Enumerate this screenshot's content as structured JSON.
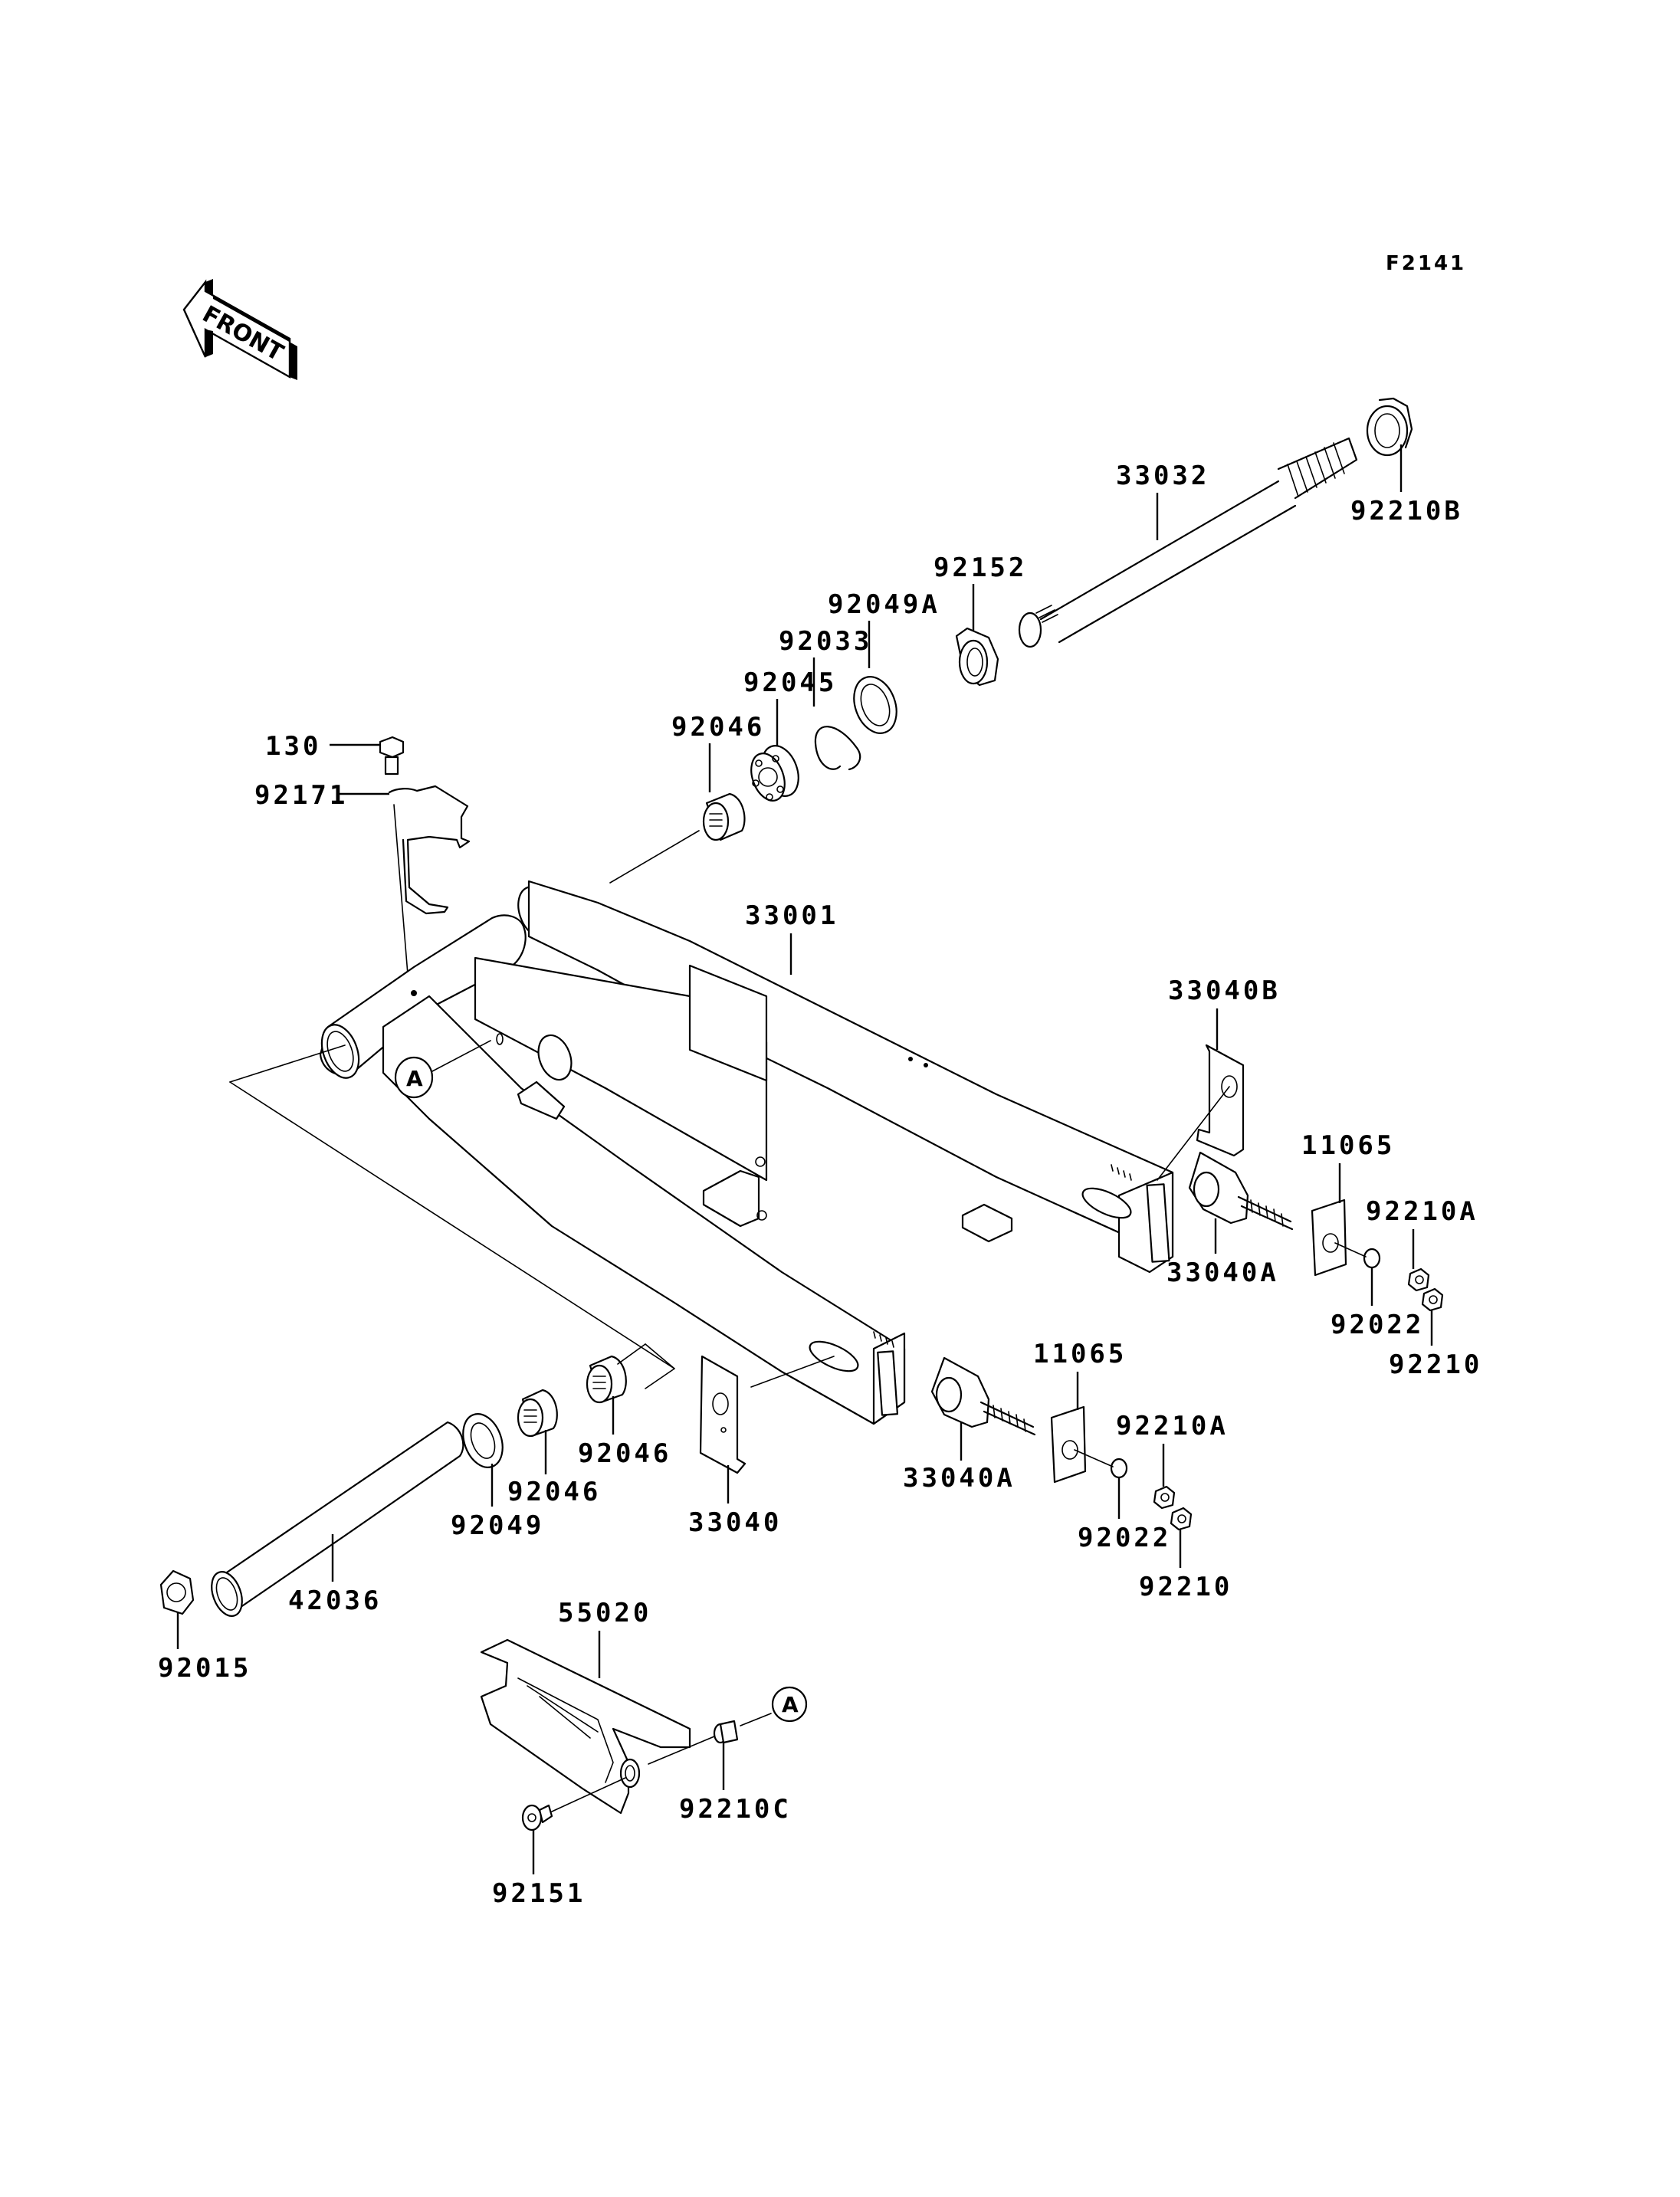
{
  "diagram": {
    "figure_ref": "F2141",
    "front_arrow_label": "FRONT",
    "reference_marker": "A",
    "colors": {
      "line": "#000000",
      "background": "#ffffff"
    },
    "parts": {
      "p130": "130",
      "p92171": "92171",
      "p92046_top": "92046",
      "p92045": "92045",
      "p92033": "92033",
      "p92049A": "92049A",
      "p92152": "92152",
      "p33032": "33032",
      "p92210B": "92210B",
      "p33001": "33001",
      "p33040B": "33040B",
      "p11065_right": "11065",
      "p92210A_right": "92210A",
      "p33040A_right": "33040A",
      "p92022_right": "92022",
      "p92210_right": "92210",
      "p11065_mid": "11065",
      "p92210A_mid": "92210A",
      "p33040A_mid": "33040A",
      "p92022_mid": "92022",
      "p92210_mid": "92210",
      "p33040": "33040",
      "p92046_a": "92046",
      "p92046_b": "92046",
      "p92049": "92049",
      "p42036": "42036",
      "p92015": "92015",
      "p55020": "55020",
      "p92210C": "92210C",
      "p92151": "92151"
    }
  }
}
